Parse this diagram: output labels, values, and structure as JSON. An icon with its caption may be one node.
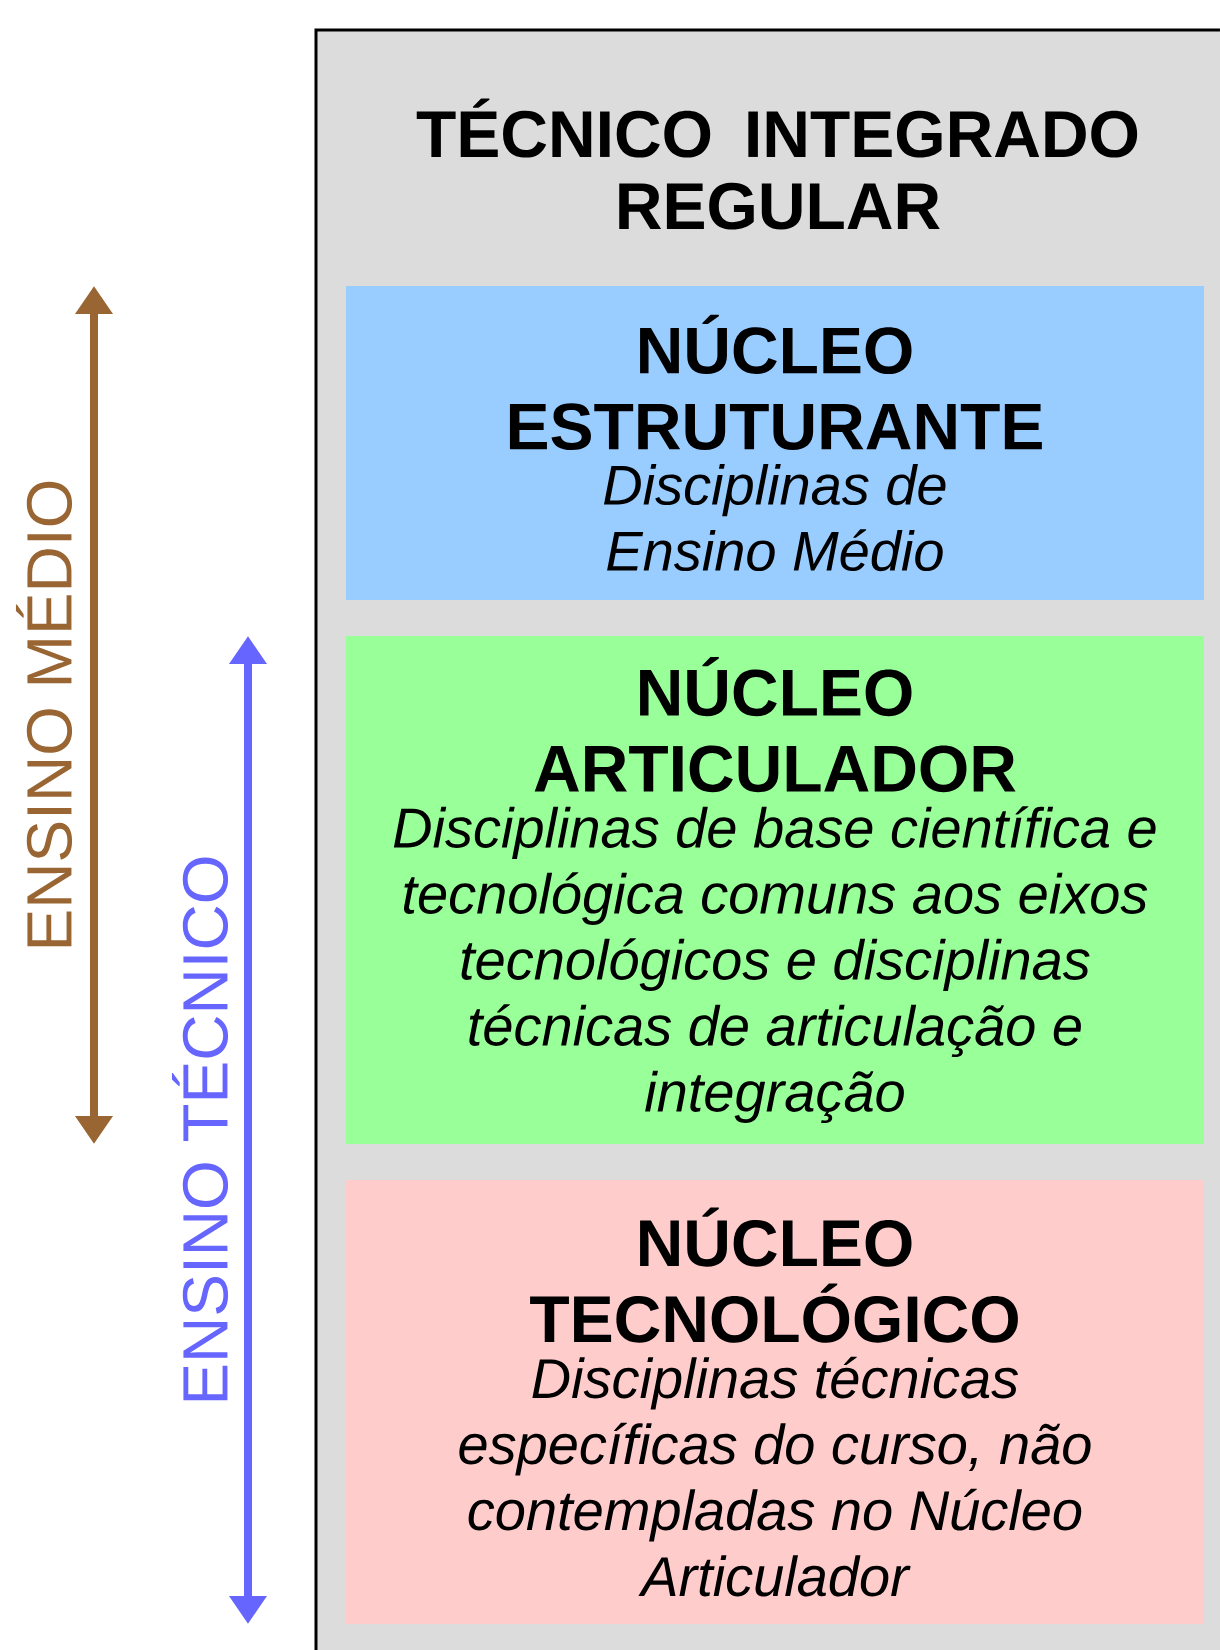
{
  "diagram": {
    "nodes": [
      {
        "text": [
          "TÉCNICO INTEGRADO REGULAR"
        ]
      },
      {
        "text": [
          "NÚCLEO ESTRUTURANTE",
          "Disciplinas de Ensino Médio"
        ],
        "in": 0
      },
      {
        "text": [
          "NÚCLEO ARTICULADOR",
          "Disciplinas de base científica e tecnológica comuns aos eixos tecnológicos e disciplinas técnicas de articulação e integração"
        ],
        "in": 0
      },
      {
        "text": [
          "NÚCLEO TECNOLÓGICO",
          "Disciplinas técnicas específicas do curso, não contempladas no Núcleo Articulador"
        ],
        "in": 0
      }
    ],
    "edges": [],
    "labels": [
      "ENSINO MÉDIO",
      "ENSINO TÉCNICO"
    ]
  }
}
